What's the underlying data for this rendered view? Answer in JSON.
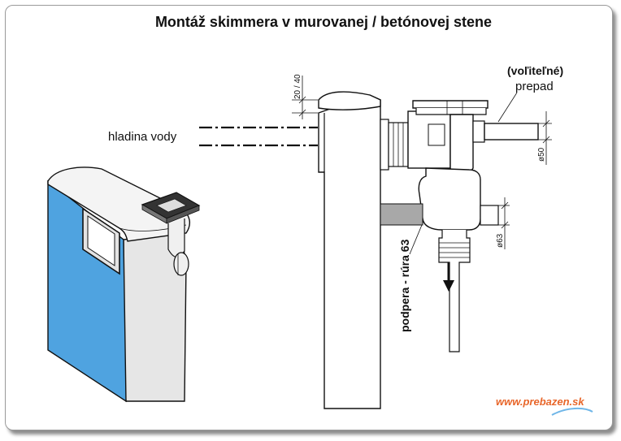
{
  "title": "Montáž skimmera v murovanej / betónovej stene",
  "labels": {
    "water_level": "hladina vody",
    "optional": "(voľiteľné)",
    "overflow": "prepad",
    "support": "podpera - rúra 63"
  },
  "dimensions": {
    "lip": "20 / 40",
    "overflow_diameter": "ø50",
    "outlet_diameter": "ø63"
  },
  "watermark": "www.prebazen.sk",
  "colors": {
    "pool_wall_water": "#4fa3e0",
    "watermark": "#e8662a"
  }
}
